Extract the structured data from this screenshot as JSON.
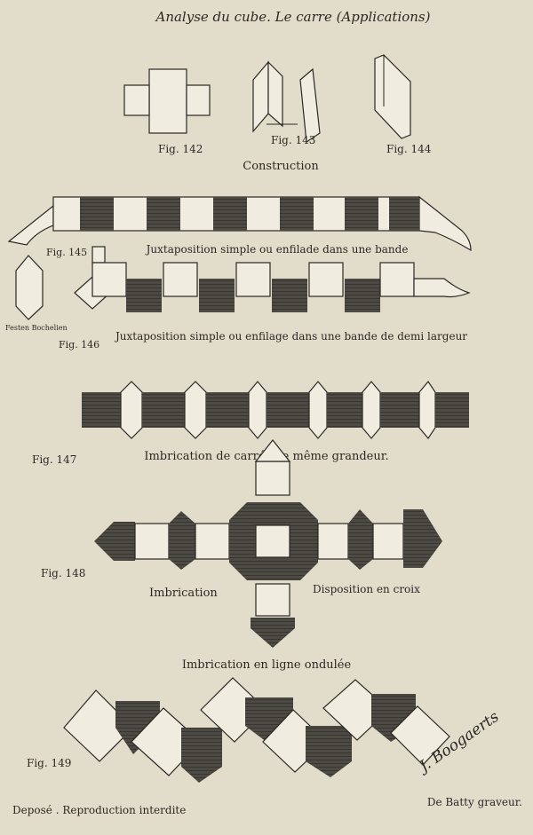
{
  "header": {
    "title": "Analyse du cube. Le carre (Applications)"
  },
  "figures": {
    "fig142": "Fig. 142",
    "fig143": "Fig. 143",
    "fig144": "Fig. 144",
    "construction": "Construction",
    "fig145": "Fig. 145",
    "caption145": "Juxtaposition simple ou enfilade dans une bande",
    "fig146": "Fig. 146",
    "festen": "Festen Bochelien",
    "caption146": "Juxtaposition simple ou enfilage dans une bande de demi largeur",
    "fig147": "Fig. 147",
    "caption147": "Imbrication de carrés de même grandeur.",
    "fig148": "Fig. 148",
    "imbrication": "Imbrication",
    "disposition": "Disposition en croix",
    "caption_wave": "Imbrication en ligne ondulée",
    "fig149": "Fig. 149"
  },
  "footer": {
    "left": "Deposé . Reproduction interdite",
    "right": "De Batty graveur.",
    "signature": "J. Boogaerts"
  },
  "colors": {
    "paper": "#e2ddcb",
    "ink": "#2a2824",
    "hatch": "#4a4742"
  }
}
